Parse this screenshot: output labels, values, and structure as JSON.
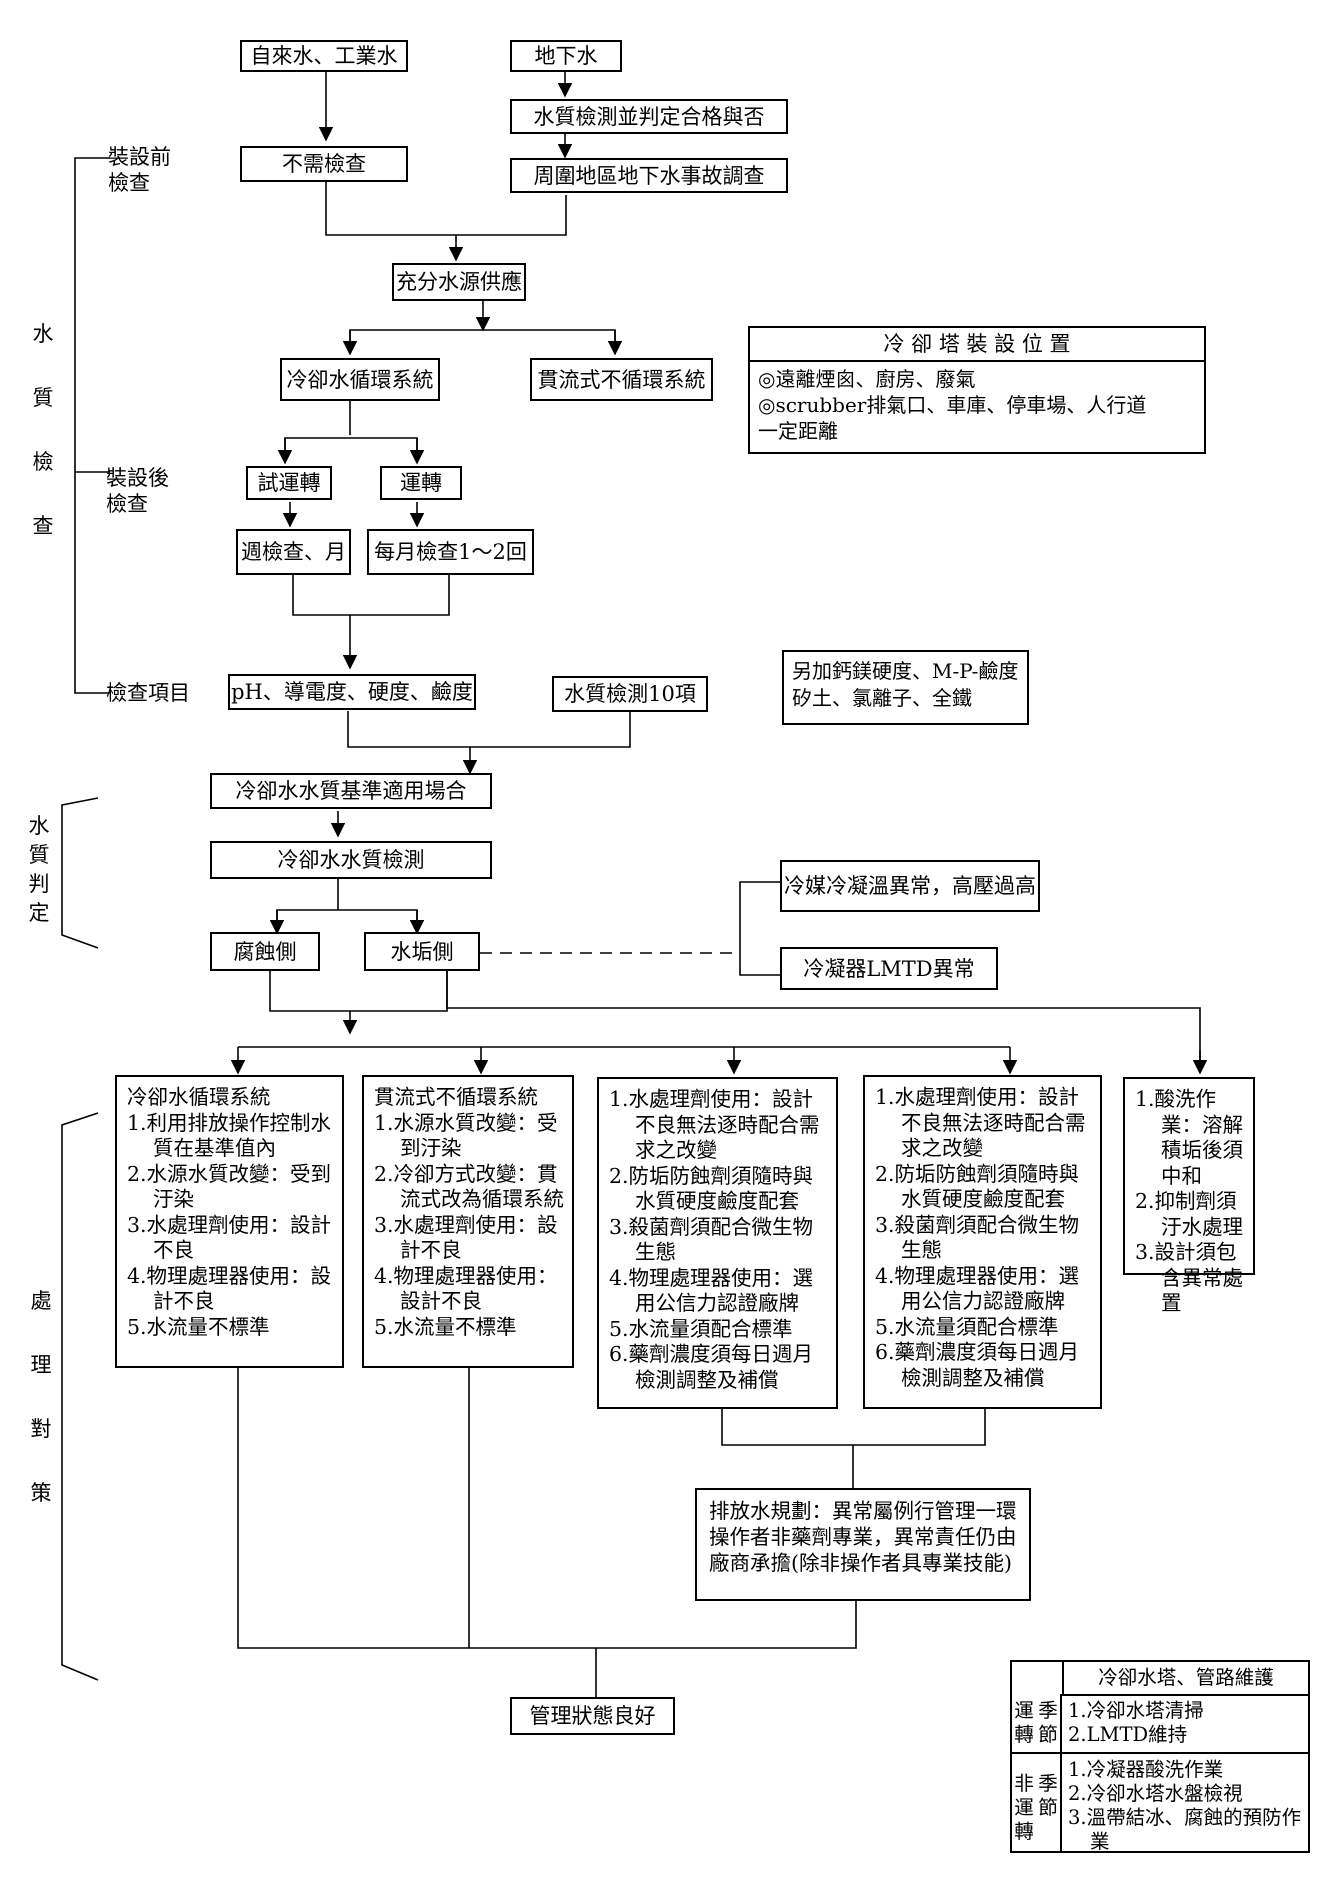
{
  "sections": {
    "water_quality_check": [
      "水",
      "質",
      "檢",
      "查"
    ],
    "water_quality_judgement": [
      "水",
      "質",
      "判",
      "定"
    ],
    "treatment": [
      "處",
      "理",
      "對",
      "策"
    ]
  },
  "labels": {
    "pre_install": [
      "裝設前",
      "檢查"
    ],
    "post_install": [
      "裝設後",
      "檢查"
    ],
    "check_items": "檢查項目"
  },
  "nodes": {
    "tap_industrial_water": "自來水、工業水",
    "groundwater": "地下水",
    "quality_test_pass": "水質檢測並判定合格與否",
    "no_check_needed": "不需檢查",
    "surrounding_survey": "周圍地區地下水事故調查",
    "sufficient_supply": "充分水源供應",
    "recirc_system": "冷卻水循環系統",
    "once_through": "貫流式不循環系統",
    "trial_run": "試運轉",
    "operation": "運轉",
    "weekly_check": "週檢查、月",
    "monthly_check": "每月檢查1～2回",
    "ph_items": "pH、導電度、硬度、鹼度",
    "ten_items": "水質檢測10項",
    "standard_applicability": "冷卻水水質基準適用場合",
    "cooling_water_test": "冷卻水水質檢測",
    "corrosion_side": "腐蝕側",
    "scale_side": "水垢側",
    "refrigerant_abnormal": "冷媒冷凝溫異常，高壓過高",
    "lmtd_abnormal": "冷凝器LMTD異常",
    "good_state": "管理狀態良好"
  },
  "extra_items": [
    "另加鈣鎂硬度、M-P-鹼度",
    "矽土、氯離子、全鐵"
  ],
  "tower_location": {
    "title": "冷 卻 塔 裝 設 位 置",
    "lines": [
      "◎遠離煙囪、廚房、廢氣",
      "◎scrubber排氣口、車庫、停車場、人行道",
      "一定距離"
    ]
  },
  "treatments": {
    "recirc": {
      "title": "冷卻水循環系統",
      "items": [
        "1.利用排放操作控制水質在基準值內",
        "2.水源水質改變：受到汙染",
        "3.水處理劑使用：設計不良",
        "4.物理處理器使用：設計不良",
        "5.水流量不標準"
      ]
    },
    "once": {
      "title": "貫流式不循環系統",
      "items": [
        "1.水源水質改變：受到汙染",
        "2.冷卻方式改變：貫流式改為循環系統",
        "3.水處理劑使用：設計不良",
        "4.物理處理器使用：設計不良",
        "5.水流量不標準"
      ]
    },
    "chem_a": {
      "items": [
        "1.水處理劑使用：設計不良無法逐時配合需求之改變",
        "2.防垢防蝕劑須隨時與水質硬度鹼度配套",
        "3.殺菌劑須配合微生物生態",
        "4.物理處理器使用：選用公信力認證廠牌",
        "5.水流量須配合標準",
        "6.藥劑濃度須每日週月檢測調整及補償"
      ]
    },
    "chem_b": {
      "items": [
        "1.水處理劑使用：設計不良無法逐時配合需求之改變",
        "2.防垢防蝕劑須隨時與水質硬度鹼度配套",
        "3.殺菌劑須配合微生物生態",
        "4.物理處理器使用：選用公信力認證廠牌",
        "5.水流量須配合標準",
        "6.藥劑濃度須每日週月檢測調整及補償"
      ]
    },
    "acid": {
      "items": [
        "1.酸洗作業：溶解積垢後須中和",
        "2.抑制劑須汙水處理",
        "3.設計須包含異常處置"
      ]
    }
  },
  "discharge_plan": "排放水規劃：異常屬例行管理一環操作者非藥劑專業，異常責任仍由廠商承擔(除非操作者具專業技能)",
  "maintenance": {
    "title": "冷卻水塔、管路維護",
    "season_run_label": [
      "運",
      "轉",
      "季",
      "節"
    ],
    "season_run_items": [
      "1.冷卻水塔清掃",
      "2.LMTD維持"
    ],
    "off_season_label": [
      "非",
      "運",
      "轉",
      "季",
      "節"
    ],
    "off_season_items": [
      "1.冷凝器酸洗作業",
      "2.冷卻水塔水盤檢視",
      "3.溫帶結冰、腐蝕的預防作業"
    ]
  }
}
